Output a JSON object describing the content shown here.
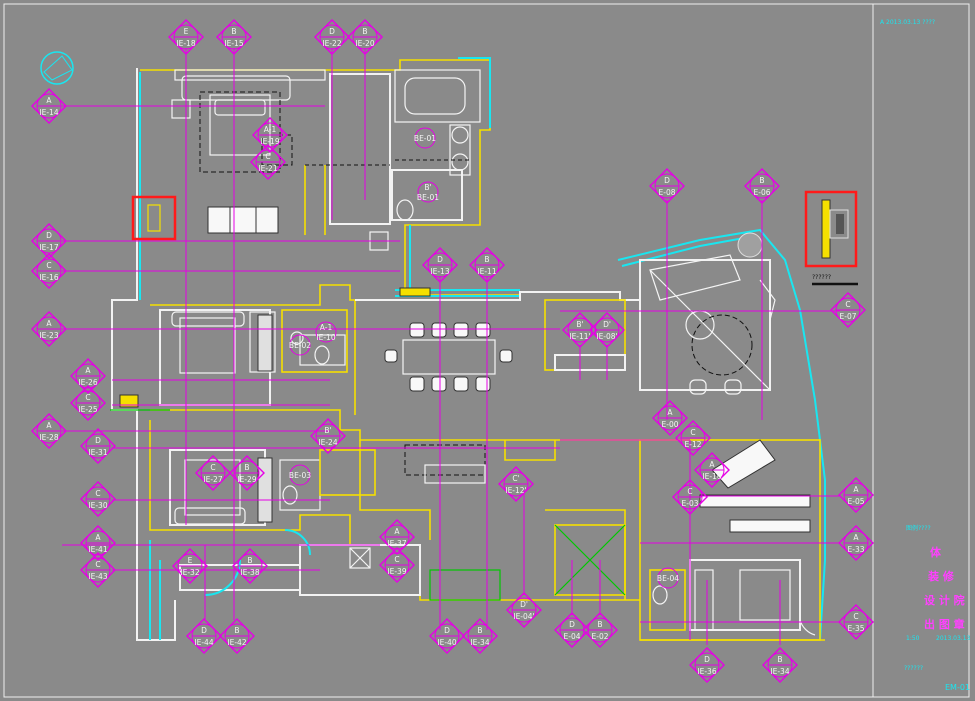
{
  "sheet": {
    "header_note": "A  2013.03.13  ????",
    "sheet_number": "EM-01",
    "legend_title": "??????",
    "side_note_1": "图例????",
    "side_note_2": "1:50",
    "side_note_3": "2013.03.13",
    "side_note_4": "??????",
    "stamp_lines": [
      "体",
      "装 修",
      "设 计 院",
      "出 图 章"
    ]
  },
  "markers": [
    {
      "id": "m1",
      "top": "E",
      "bottom": "IE-18"
    },
    {
      "id": "m2",
      "top": "B",
      "bottom": "IE-15"
    },
    {
      "id": "m3",
      "top": "D",
      "bottom": "IE-22"
    },
    {
      "id": "m4",
      "top": "B",
      "bottom": "IE-20"
    },
    {
      "id": "m5",
      "top": "A",
      "bottom": "IE-14"
    },
    {
      "id": "m6",
      "top": "A-1",
      "bottom": "IE-19"
    },
    {
      "id": "m7",
      "top": "C",
      "bottom": "IE-21"
    },
    {
      "id": "m8",
      "top": "D",
      "bottom": "IE-17"
    },
    {
      "id": "m9",
      "top": "C",
      "bottom": "IE-16"
    },
    {
      "id": "m10",
      "top": "D",
      "bottom": "IE-13"
    },
    {
      "id": "m11",
      "top": "B",
      "bottom": "IE-11"
    },
    {
      "id": "m12",
      "top": "D",
      "bottom": "E-08"
    },
    {
      "id": "m13",
      "top": "B",
      "bottom": "E-06"
    },
    {
      "id": "m14",
      "top": "C",
      "bottom": "E-07"
    },
    {
      "id": "m15",
      "top": "A",
      "bottom": "IE-23"
    },
    {
      "id": "m16",
      "top": "B'",
      "bottom": "IE-11'"
    },
    {
      "id": "m17",
      "top": "D'",
      "bottom": "IE-08'"
    },
    {
      "id": "m18",
      "top": "A",
      "bottom": "IE-26"
    },
    {
      "id": "m19",
      "top": "C",
      "bottom": "IE-25"
    },
    {
      "id": "m20",
      "top": "A",
      "bottom": "IE-28"
    },
    {
      "id": "m21",
      "top": "D",
      "bottom": "IE-31"
    },
    {
      "id": "m22",
      "top": "B'",
      "bottom": "IE-24"
    },
    {
      "id": "m23",
      "top": "A",
      "bottom": "E-00"
    },
    {
      "id": "m24",
      "top": "C",
      "bottom": "E-12"
    },
    {
      "id": "m25",
      "top": "A",
      "bottom": "IE-10"
    },
    {
      "id": "m26",
      "top": "C",
      "bottom": "IE-27"
    },
    {
      "id": "m27",
      "top": "B",
      "bottom": "IE-29"
    },
    {
      "id": "m28",
      "top": "C'",
      "bottom": "IE-12'"
    },
    {
      "id": "m29",
      "top": "C",
      "bottom": "E-03"
    },
    {
      "id": "m30",
      "top": "A",
      "bottom": "E-05"
    },
    {
      "id": "m31",
      "top": "C",
      "bottom": "IE-30"
    },
    {
      "id": "m32",
      "top": "A",
      "bottom": "IE-41"
    },
    {
      "id": "m33",
      "top": "C",
      "bottom": "IE-43"
    },
    {
      "id": "m34",
      "top": "E",
      "bottom": "IE-32"
    },
    {
      "id": "m35",
      "top": "B",
      "bottom": "IE-38"
    },
    {
      "id": "m36",
      "top": "A",
      "bottom": "IE-37"
    },
    {
      "id": "m37",
      "top": "C",
      "bottom": "IE-39"
    },
    {
      "id": "m38",
      "top": "A",
      "bottom": "E-33"
    },
    {
      "id": "m39",
      "top": "D",
      "bottom": "IE-44"
    },
    {
      "id": "m40",
      "top": "B",
      "bottom": "IE-42"
    },
    {
      "id": "m41",
      "top": "D",
      "bottom": "IE-40"
    },
    {
      "id": "m42",
      "top": "B",
      "bottom": "IE-34"
    },
    {
      "id": "m43",
      "top": "D'",
      "bottom": "IE-04'"
    },
    {
      "id": "m44",
      "top": "D",
      "bottom": "E-04"
    },
    {
      "id": "m45",
      "top": "B",
      "bottom": "E-02"
    },
    {
      "id": "m46",
      "top": "C",
      "bottom": "E-35"
    },
    {
      "id": "m47",
      "top": "D",
      "bottom": "IE-36"
    },
    {
      "id": "m48",
      "top": "B",
      "bottom": "IE-34"
    }
  ],
  "room_tags": [
    {
      "id": "t1",
      "top": "BE-01",
      "bottom": ""
    },
    {
      "id": "t2",
      "top": "B'",
      "bottom": "BE-01"
    },
    {
      "id": "t3",
      "top": "BE-02",
      "bottom": ""
    },
    {
      "id": "t4",
      "top": "BE-03",
      "bottom": ""
    },
    {
      "id": "t5",
      "top": "BE-04",
      "bottom": ""
    },
    {
      "id": "t6",
      "top": "A-1",
      "bottom": "IE-10"
    }
  ],
  "colors": {
    "background": "#8a8a8a",
    "marker": "#e600e6",
    "wall_yellow": "#f5e000",
    "wall_cyan": "#19e6f0",
    "detail_red": "#ff1a1a"
  }
}
